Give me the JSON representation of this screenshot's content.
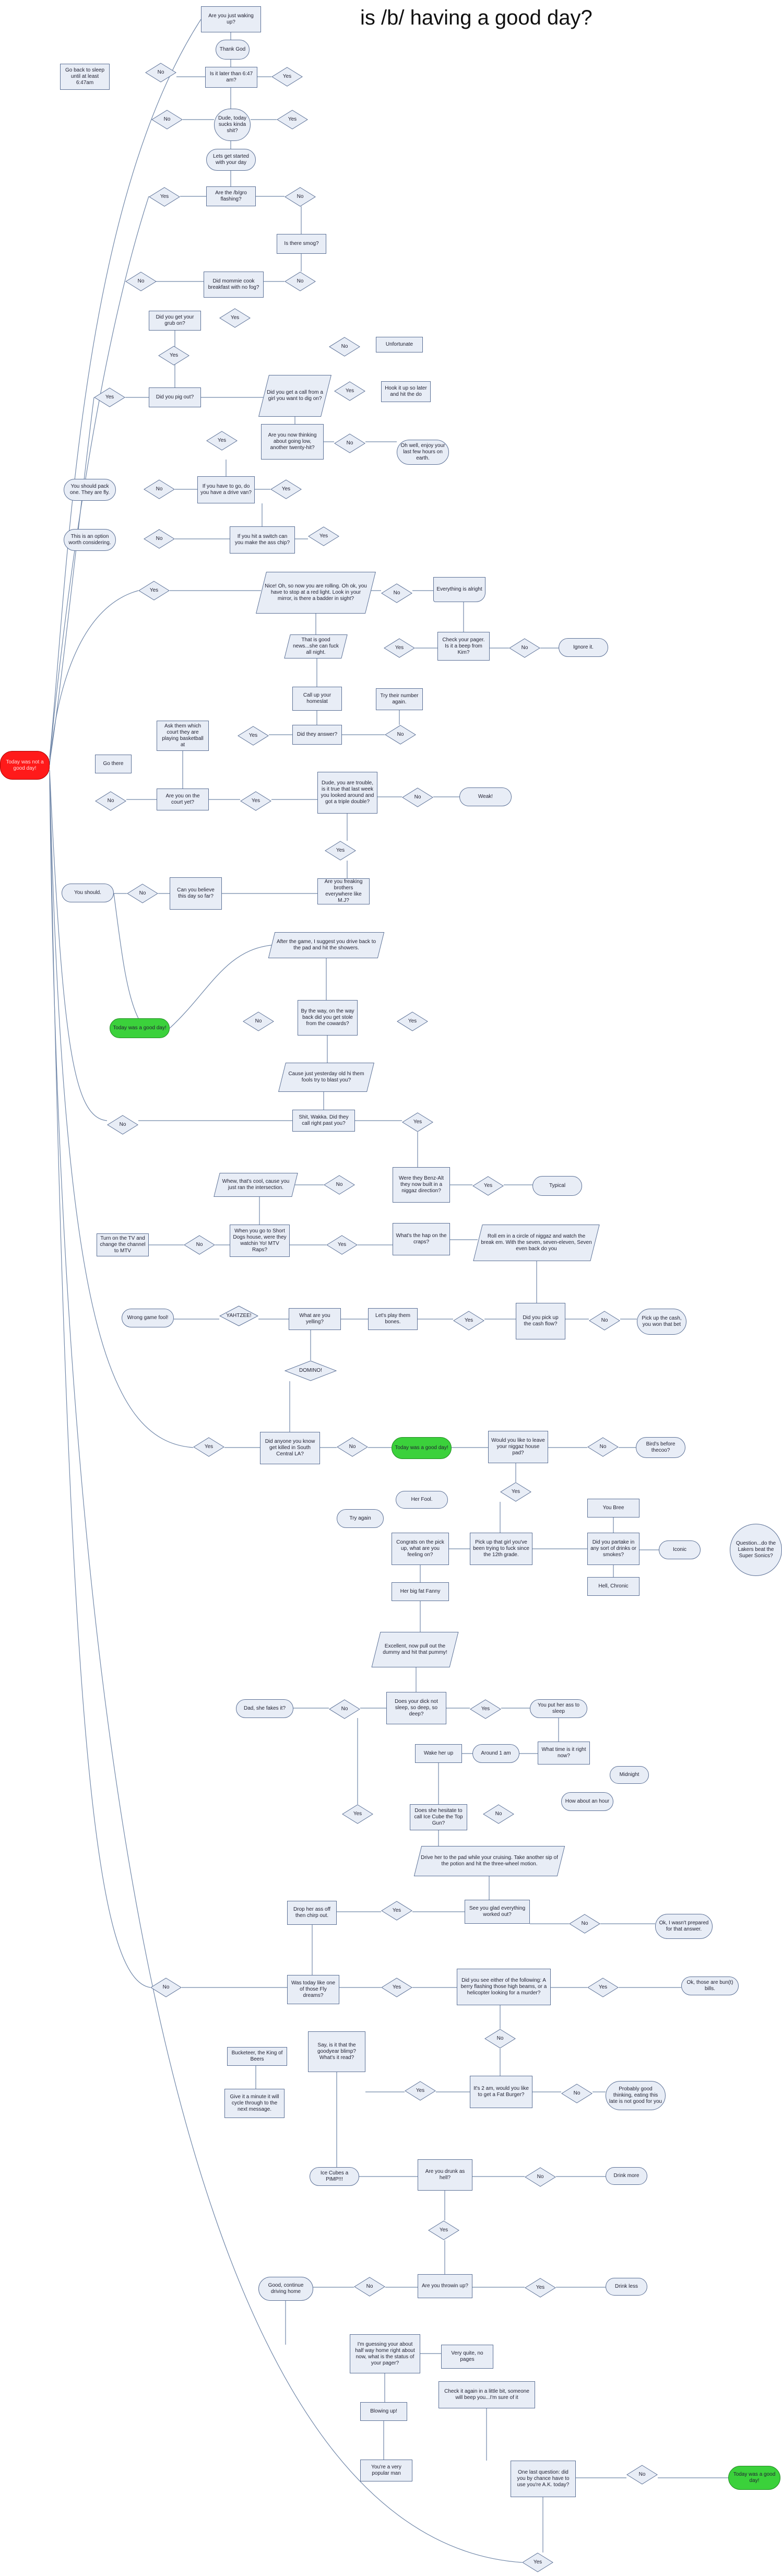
{
  "title": "is /b/ having a good day?",
  "nodes": {
    "n1": "Are you just waking up?",
    "n2": "Thank God",
    "n3": "Is it later than 6:47 am?",
    "n4": "Go back to sleep until at least 6:47am",
    "n5": "Dude, today sucks kinda shit?",
    "n6": "Lets get started with your day",
    "n7": "Are the /b/gro flashing?",
    "n8": "Is there smog?",
    "n9": "Did mommie cook breakfast with no fog?",
    "n10": "Did you get your grub on?",
    "n11": "Did you pig out?",
    "n12": "Did you get a call from a girl you want to dig on?",
    "n13": "Unfortunate",
    "n14": "Hook it up so later and hit the do",
    "n15": "Are you now thinking about going low, another twenty-hit?",
    "n16": "Oh well, enjoy your last few hours on earth.",
    "n17": "If you have to go, do you have a drive van?",
    "n18": "You should pack one. They are fly.",
    "n19": "If you hit a switch can you make the ass chip?",
    "n20": "This is an option worth considering.",
    "n21": "Nice! Oh, so now you are rolling. Oh ok, you have to stop at a red light. Look in your mirror, is there a badder in sight?",
    "n22": "Everything is alright",
    "n23": "Check your pager. Is it a beep from Kim?",
    "n24": "Ignore it.",
    "n25": "That is good news...she can fuck all night.",
    "n26": "Call up your homeslat",
    "n27": "Try their number again.",
    "n28": "Did they answer?",
    "n29": "Ask them which court they are playing basketball at",
    "n30": "Go there",
    "n31": "Are you on the court yet?",
    "n32": "Dude, you are trouble, is it true that last week you looked around and got a triple double?",
    "n33": "Weak!",
    "n34": "Are you freaking brothers everywhere like M.J?",
    "n35": "Can you believe this day so far?",
    "n36": "You should.",
    "n37": "Today was a good day!",
    "n38": "After the game, I suggest you drive back to the pad and hit the showers.",
    "n39": "By the way, on the way back did you get stole from the cowards?",
    "n40": "Cause just yesterday old hi them fools try to blast you?",
    "n41": "Shit, Wakka. Did they call right past you?",
    "n42": "Were they Benz-Alt they now built in a niggaz direction?",
    "n43": "Typical",
    "n44": "Whew, that's cool, cause you just ran the intersection.",
    "n45": "When you go to Short Dogs house, were they watchin Yo! MTV Raps?",
    "n46": "Turn on the TV and change the channel to MTV",
    "n47": "What's the hap on the craps?",
    "n48": "Roll em in a circle of niggaz and watch the break em. With the seven, seven-eleven, Seven even back do you",
    "n49": "Let's play them bones.",
    "n50": "Did you pick up the cash flow?",
    "n51": "Pick up the cash, you won that bet",
    "n52": "What are you yelling?",
    "n53": "Wrong game fool!",
    "n54": "YAHTZEE!",
    "n55": "DOMINO!",
    "n56": "Did anyone you know get killed in South Central LA?",
    "n57": "Today was a good day!",
    "n58": "Would you like to leave your niggaz house pad?",
    "n59": "Bird's before thecoo?",
    "n60": "Her Fool.",
    "n61": "Try again",
    "n62": "Congrats on the pick up, what are you feeling on?",
    "n63": "Pick up that girl you've been trying to fuck since the 12th grade.",
    "n64": "Did you partake in any sort of drinks or smokes?",
    "n65": "You Bree",
    "n66": "Iconic",
    "n67": "Hell, Chronic",
    "n68": "Question...do the Lakers beat the Super Sonics?",
    "n69": "Her big fat Fanny",
    "n70": "Excellent, now pull out the dummy and hit that pummy!",
    "n71": "Does your dick not sleep, so deep, so deep?",
    "n72": "Dad, she fakes it?",
    "n73": "You put her ass to sleep",
    "n74": "What time is it right now?",
    "n75": "Around 1 am",
    "n76": "Wake her up",
    "n77": "Midnight",
    "n78": "How about an hour",
    "n79": "Does she hesitate to call Ice Cube the Top Gun?",
    "n80": "Drive her to the pad while your cruising. Take another sip of the potion and hit the three-wheel motion.",
    "n81": "Drop her ass off then chirp out.",
    "n82": "See you glad everything worked out?",
    "n83": "Ok, I wasn't prepared for that answer.",
    "n84": "Was today like one of those Fly dreams?",
    "n85": "Did you see either of the following: A berry flashing those high beams, or a helicopter looking for a murder?",
    "n86": "Ok, those are bun(t) bills.",
    "n87": "It's 2 am, would you like to get a Fat Burger?",
    "n88": "Probably good thinking, eating this late is not good for you",
    "n89": "Say, is it that the goodyear blimp? What's it read?",
    "n90": "Bucketeer, the King of Beers",
    "n91": "Give it a minute it will cycle through to the next message.",
    "n92": "Ice Cubes a PIMP!!!",
    "n93": "Are you drunk as hell?",
    "n94": "Drink more",
    "n95": "Are you throwin up?",
    "n96": "Good, continue driving home",
    "n97": "Drink less",
    "n98": "I'm guessing your about half way home right about now, what is the status of your pager?",
    "n99": "Very quite, no pages",
    "n100": "Check it again in a little bit, someone will beep you...I'm sure of it",
    "n101": "Blowing up!",
    "n102": "You're a very popular man",
    "n103": "One last question: did you by chance have to use you're A.K. today?",
    "n104": "Today was a good day!",
    "start": "Today was not a good day!"
  },
  "labels": {
    "yes": "Yes",
    "no": "No"
  },
  "colors": {
    "fill": "#e8edf6",
    "stroke": "#5a6f95",
    "line": "#6f86a8",
    "green": "#3bd13b",
    "red": "#ff1a1a"
  }
}
